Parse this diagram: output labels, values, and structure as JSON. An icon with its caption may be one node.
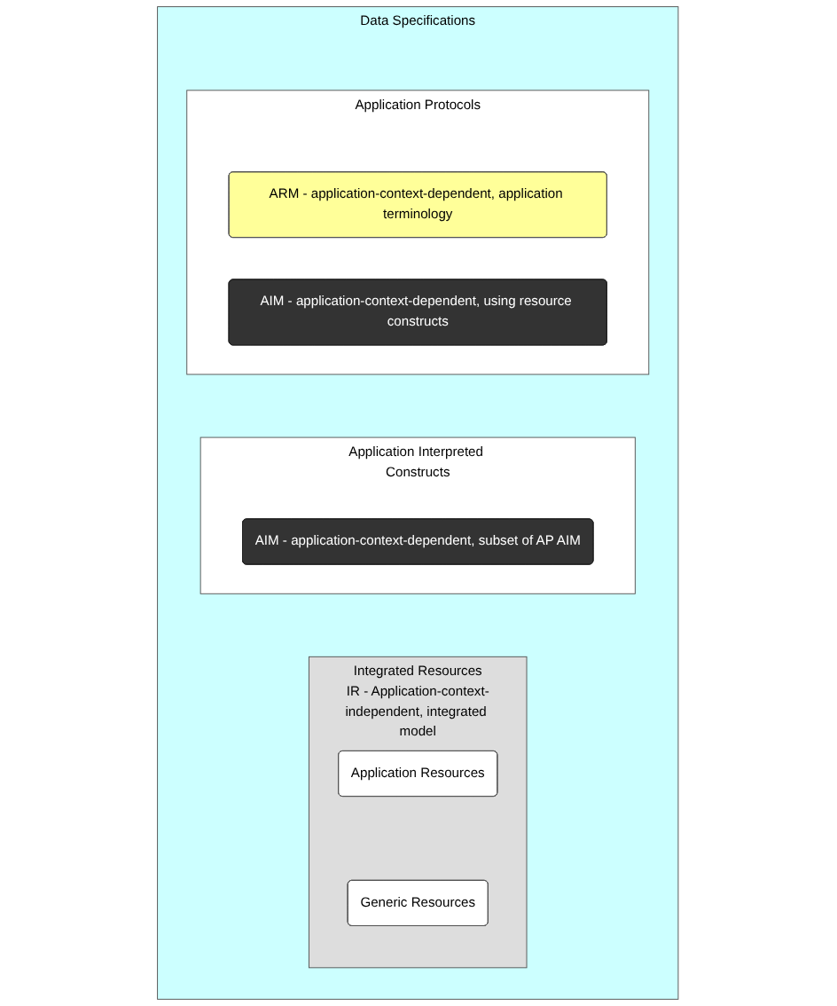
{
  "diagram": {
    "nodes": [
      {
        "text": [
          "Data Specifications"
        ]
      },
      {
        "text": [
          "Application Protocols"
        ],
        "in": 0
      },
      {
        "text": [
          "ARM - application-context-dependent, application terminology"
        ],
        "in": 1
      },
      {
        "text": [
          "AIM - application-context-dependent, using resource constructs"
        ],
        "in": 1
      },
      {
        "text": [
          "Application Interpreted Constructs"
        ],
        "in": 0
      },
      {
        "text": [
          "AIM - application-context-dependent, subset of AP AIM"
        ],
        "in": 4
      },
      {
        "text": [
          "Integrated Resources",
          "IR - Application-context-independent, integrated model"
        ],
        "in": 0
      },
      {
        "text": [
          "Application Resources"
        ],
        "in": 6
      },
      {
        "text": [
          "Generic Resources"
        ],
        "in": 6
      }
    ],
    "edges": []
  }
}
